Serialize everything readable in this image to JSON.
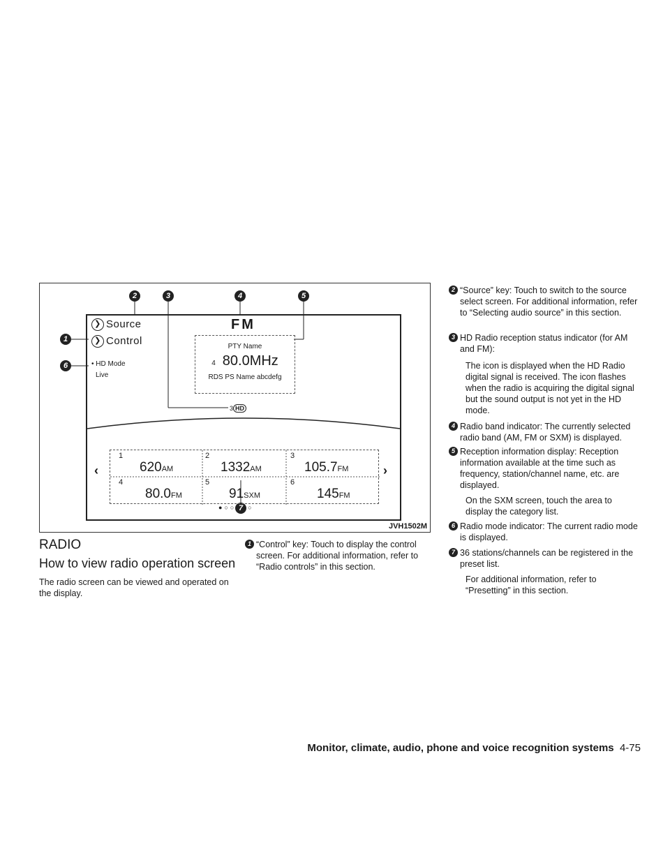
{
  "figure": {
    "code": "JVH1502M",
    "callouts": [
      "1",
      "2",
      "3",
      "4",
      "5",
      "6",
      "7"
    ],
    "source_key": "Source",
    "control_key": "Control",
    "band": "FM",
    "hd_mode_label": "HD Mode",
    "hd_mode_value": "Live",
    "pty_name": "PTY Name",
    "preset_no": "4",
    "frequency": "80.0MHz",
    "rds_ps_name": "RDS PS Name abcdefg",
    "hd_small": "3",
    "hd_label": "HD",
    "presets": [
      {
        "num": "1",
        "freq": "620",
        "band": "AM"
      },
      {
        "num": "2",
        "freq": "1332",
        "band": "AM"
      },
      {
        "num": "3",
        "freq": "105.7",
        "band": "FM"
      },
      {
        "num": "4",
        "freq": "80.0",
        "band": "FM"
      },
      {
        "num": "5",
        "freq": "91",
        "band": "SXM"
      },
      {
        "num": "6",
        "freq": "145",
        "band": "FM"
      }
    ],
    "hd_sub_3": "3"
  },
  "section_title": "RADIO",
  "subsection_title": "How to view radio operation screen",
  "intro": "The radio screen can be viewed and operated on the display.",
  "items": [
    {
      "n": "1",
      "text": "“Control” key: Touch to display the control screen. For additional information, refer to “Radio controls” in this section."
    },
    {
      "n": "2",
      "text": "“Source” key: Touch to switch to the source select screen. For additional information, refer to “Selecting audio source” in this section."
    },
    {
      "n": "3",
      "text": "HD Radio reception status indicator (for AM and FM):"
    },
    {
      "n": "4",
      "text": "Radio band indicator: The currently selected radio band (AM, FM or SXM) is displayed."
    },
    {
      "n": "5",
      "text": "Reception information display: Reception information available at the time such as frequency, station/channel name, etc. are displayed."
    },
    {
      "n": "6",
      "text": "Radio mode indicator: The current radio mode is displayed."
    },
    {
      "n": "7",
      "text": "36 stations/channels can be registered in the preset list."
    }
  ],
  "notes": {
    "hd_note": "The icon is displayed when the HD Radio digital signal is received. The icon flashes when the radio is acquiring the digital signal but the sound output is not yet in the HD mode.",
    "sxm_note": "On the SXM screen, touch the area to display the category list.",
    "preset_note": "For additional information, refer to “Presetting” in this section."
  },
  "footer": {
    "section": "Monitor, climate, audio, phone and voice recognition systems",
    "page": "4-75"
  }
}
